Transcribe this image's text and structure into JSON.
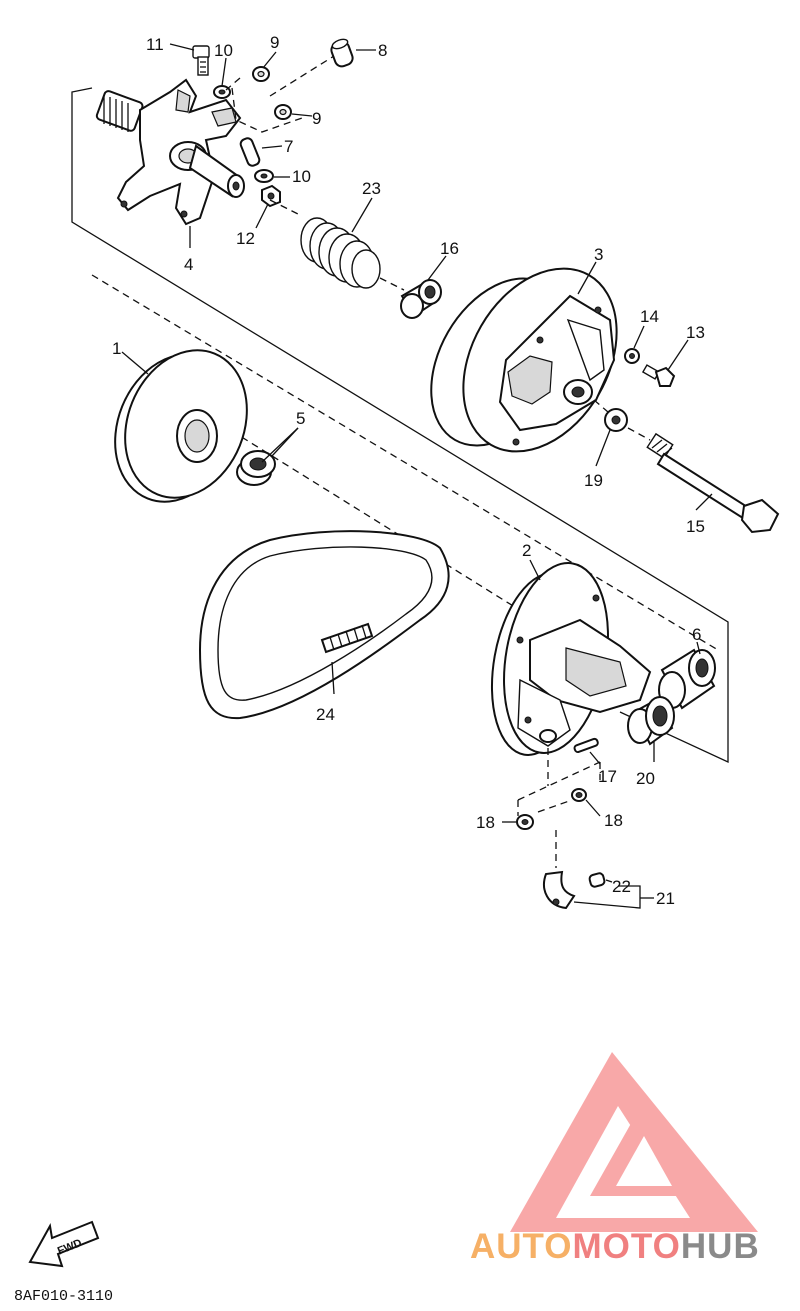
{
  "diagram_code": "8AF010-3110",
  "fwd_label": "FWD",
  "callouts": {
    "c1": "1",
    "c2": "2",
    "c3": "3",
    "c4": "4",
    "c5": "5",
    "c6": "6",
    "c7": "7",
    "c8": "8",
    "c9a": "9",
    "c9b": "9",
    "c10a": "10",
    "c10b": "10",
    "c11": "11",
    "c12": "12",
    "c13": "13",
    "c14": "14",
    "c15": "15",
    "c16": "16",
    "c17": "17",
    "c18a": "18",
    "c18b": "18",
    "c19": "19",
    "c20": "20",
    "c21": "21",
    "c22": "22",
    "c23": "23",
    "c24": "24"
  },
  "watermark": {
    "auto": "AUTO",
    "moto": "MOTO",
    "hub": "HUB",
    "colors": {
      "auto": "#f6b066",
      "moto": "#f08080",
      "hub": "#8a8a8a",
      "logo": "#f47474"
    }
  }
}
